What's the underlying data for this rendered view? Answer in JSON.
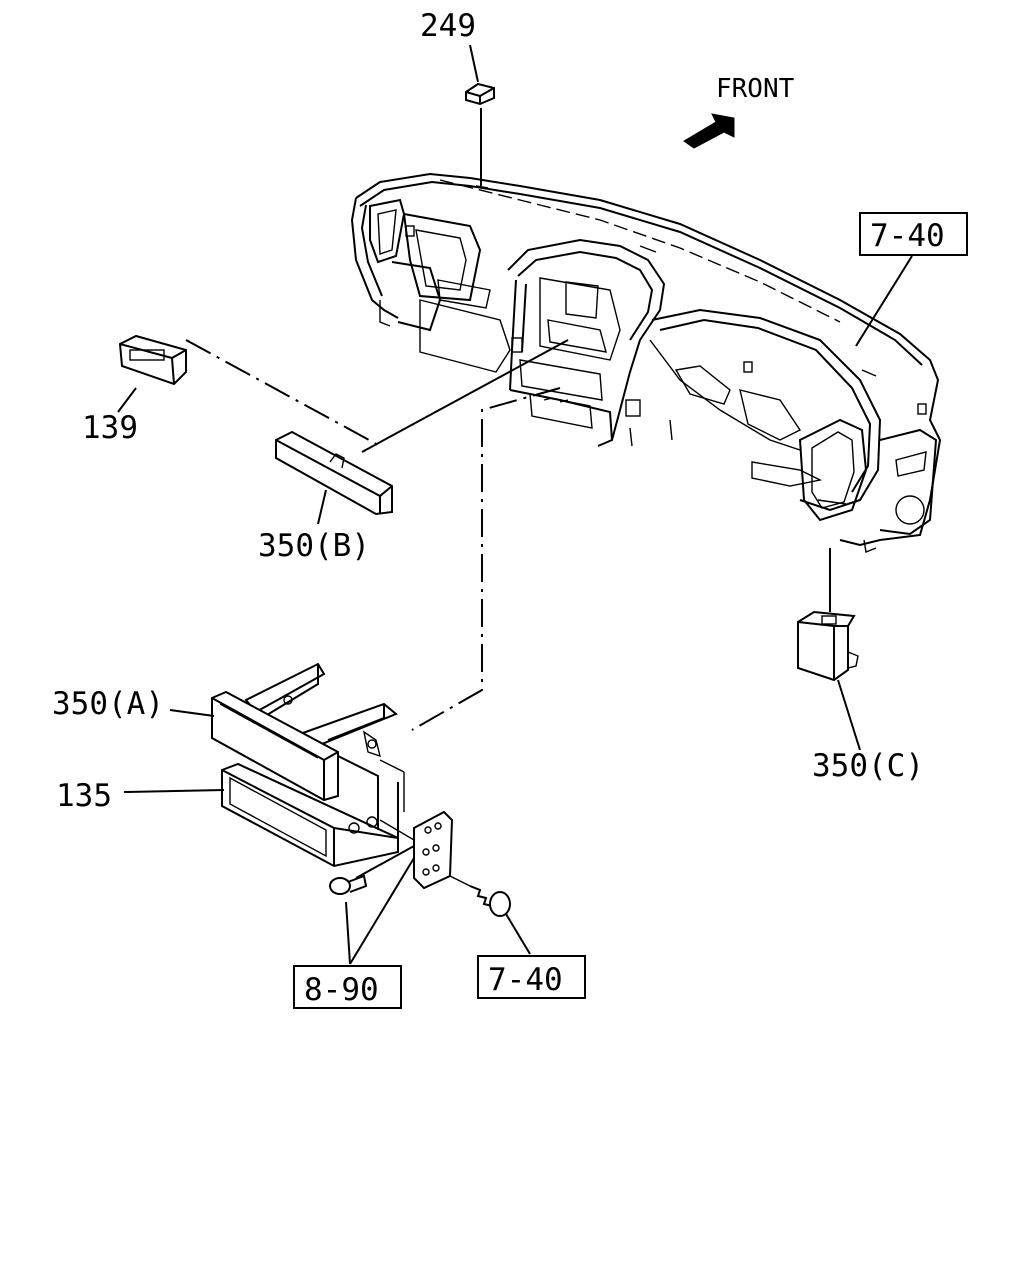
{
  "direction_label": "FRONT",
  "callouts": {
    "part_249": "249",
    "part_139": "139",
    "part_350b": "350(B)",
    "part_350a": "350(A)",
    "part_135": "135",
    "part_350c": "350(C)",
    "ref_dashboard": "7-40",
    "ref_screw": "7-40",
    "ref_bolt": "8-90"
  },
  "icons": {
    "front_arrow": "front-arrow-icon"
  }
}
